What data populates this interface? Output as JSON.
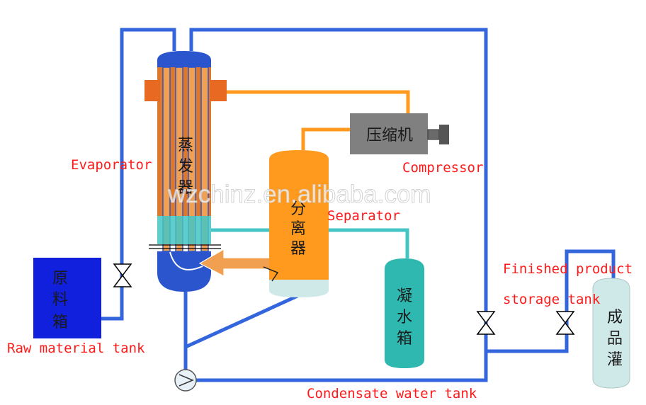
{
  "labels": {
    "evaporator": "Evaporator",
    "compressor": "Compressor",
    "separator": "Separator",
    "raw_material_tank": "Raw material tank",
    "finished_product_line1": "Finished product",
    "finished_product_line2": "storage tank",
    "condensate_water_tank": "Condensate water tank"
  },
  "chinese_labels": {
    "evaporator": [
      "蒸",
      "发",
      "器"
    ],
    "compressor": "压缩机",
    "separator": [
      "分",
      "离",
      "器"
    ],
    "raw_material_tank": [
      "原",
      "料",
      "箱"
    ],
    "condensate_tank": [
      "凝",
      "水",
      "箱"
    ],
    "product_tank": [
      "成",
      "品",
      "灌"
    ]
  },
  "watermark": "wzchinz.en.alibaba.com",
  "colors": {
    "pipe_blue": "#3366dd",
    "pipe_orange": "#ff9a1f",
    "pipe_cyan": "#44c4c4",
    "evaporator_shell": "#e0782a",
    "evaporator_tube": "#f0a050",
    "evaporator_cap": "#2a55cc",
    "separator_body": "#ff9a1f",
    "separator_bottom": "#cfe8e8",
    "compressor_body": "#808080",
    "raw_tank": "#1020dd",
    "condensate_tank": "#2fb8b0",
    "product_tank": "#cfe8e8",
    "label_red": "#ff1a1a"
  }
}
